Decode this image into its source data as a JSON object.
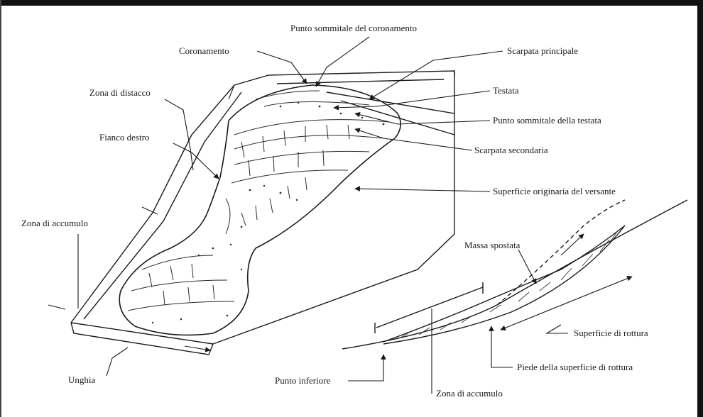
{
  "labels": {
    "punto_sommitale_coronamento": "Punto sommitale del coronamento",
    "coronamento": "Coronamento",
    "scarpata_principale": "Scarpata principale",
    "zona_distacco": "Zona di distacco",
    "testata": "Testata",
    "punto_sommitale_testata": "Punto sommitale della testata",
    "fianco_destro": "Fianco destro",
    "scarpata_secondaria": "Scarpata secondaria",
    "superficie_originaria": "Superficie originaria del versante",
    "zona_accumulo_left": "Zona di accumulo",
    "massa_spostata": "Massa spostata",
    "superficie_rottura": "Superficie di rottura",
    "piede_superficie_rottura": "Piede della superficie di rottura",
    "unghia": "Unghia",
    "punto_inferiore": "Punto inferiore",
    "zona_accumulo_bottom": "Zona di accumulo"
  }
}
